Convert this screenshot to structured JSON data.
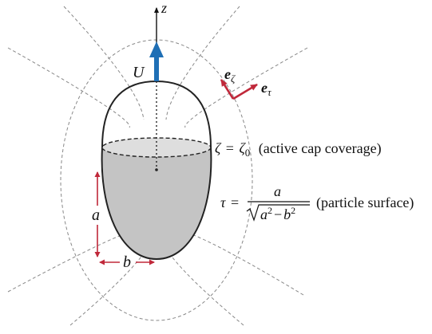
{
  "figure": {
    "axis_label": "z",
    "velocity_label": "U",
    "unit_vectors": {
      "zeta_base": "e",
      "zeta_sub": "ζ",
      "tau_base": "e",
      "tau_sub": "τ"
    },
    "cap_annotation": {
      "lhs": "ζ",
      "eq": "=",
      "rhs_base": "ζ",
      "rhs_sub": "0",
      "description": "(active cap coverage)"
    },
    "surface_annotation": {
      "lhs": "τ",
      "eq": "=",
      "numerator": "a",
      "den_a": "a",
      "den_a_exp": "2",
      "den_minus": "−",
      "den_b": "b",
      "den_b_exp": "2",
      "description": "(particle surface)"
    },
    "dimension_a": "a",
    "dimension_b": "b",
    "colors": {
      "velocity_arrow": "#1f6fb5",
      "unit_vector_arrows": "#c0283a",
      "dimension_arrows": "#c0283a",
      "coated_cap_fill": "#c4c4c4",
      "coated_cap_top_fill": "#dedede",
      "outline": "#222222",
      "coordinate_lines": "#888888"
    }
  }
}
